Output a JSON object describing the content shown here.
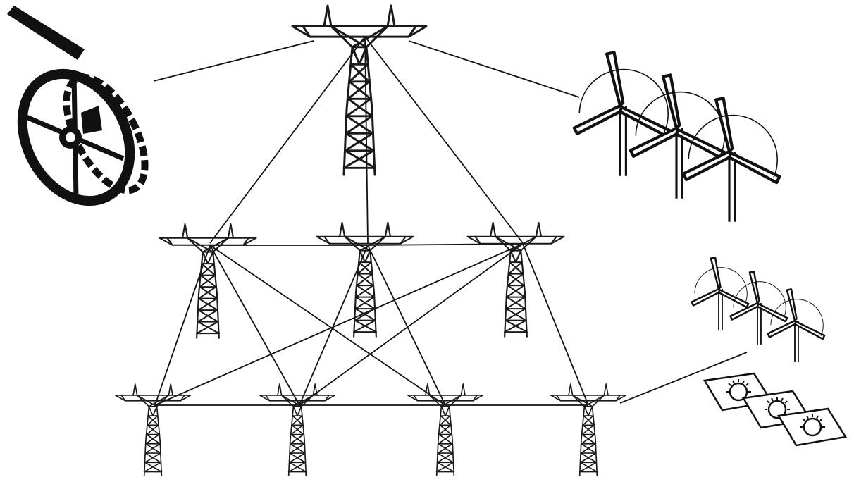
{
  "diagram": {
    "description_nodes": [
      {
        "id": "turbine-generator",
        "kind": "hydro-turbine",
        "icon": "turbine-generator-icon"
      },
      {
        "id": "wind-farm-large",
        "kind": "wind-farm",
        "icon": "wind-turbines-icon"
      },
      {
        "id": "wind-farm-small",
        "kind": "wind-farm",
        "icon": "wind-turbines-icon"
      },
      {
        "id": "solar-panels",
        "kind": "solar",
        "icon": "solar-panel-icon"
      },
      {
        "id": "tower-top",
        "kind": "transmission-tower",
        "icon": "pylon-icon"
      },
      {
        "id": "tower-mid-1",
        "kind": "transmission-tower",
        "icon": "pylon-icon"
      },
      {
        "id": "tower-mid-2",
        "kind": "transmission-tower",
        "icon": "pylon-icon"
      },
      {
        "id": "tower-mid-3",
        "kind": "transmission-tower",
        "icon": "pylon-icon"
      },
      {
        "id": "tower-bot-1",
        "kind": "transmission-tower",
        "icon": "pylon-icon"
      },
      {
        "id": "tower-bot-2",
        "kind": "transmission-tower",
        "icon": "pylon-icon"
      },
      {
        "id": "tower-bot-3",
        "kind": "transmission-tower",
        "icon": "pylon-icon"
      },
      {
        "id": "tower-bot-4",
        "kind": "transmission-tower",
        "icon": "pylon-icon"
      }
    ],
    "edges": [
      [
        "turbine-generator",
        "tower-top"
      ],
      [
        "tower-top",
        "wind-farm-large"
      ],
      [
        "tower-top",
        "tower-mid-1"
      ],
      [
        "tower-top",
        "tower-mid-2"
      ],
      [
        "tower-top",
        "tower-mid-3"
      ],
      [
        "tower-mid-1",
        "tower-mid-2"
      ],
      [
        "tower-mid-2",
        "tower-mid-3"
      ],
      [
        "tower-mid-1",
        "tower-bot-1"
      ],
      [
        "tower-mid-1",
        "tower-bot-2"
      ],
      [
        "tower-mid-1",
        "tower-bot-3"
      ],
      [
        "tower-mid-2",
        "tower-bot-2"
      ],
      [
        "tower-mid-2",
        "tower-bot-3"
      ],
      [
        "tower-mid-3",
        "tower-bot-1"
      ],
      [
        "tower-mid-3",
        "tower-bot-2"
      ],
      [
        "tower-mid-3",
        "tower-bot-4"
      ],
      [
        "tower-bot-1",
        "tower-bot-2"
      ],
      [
        "tower-bot-2",
        "tower-bot-3"
      ],
      [
        "tower-bot-3",
        "tower-bot-4"
      ],
      [
        "tower-bot-4",
        "wind-farm-small"
      ]
    ],
    "colors": {
      "ink": "#111111",
      "background": "#ffffff"
    }
  }
}
